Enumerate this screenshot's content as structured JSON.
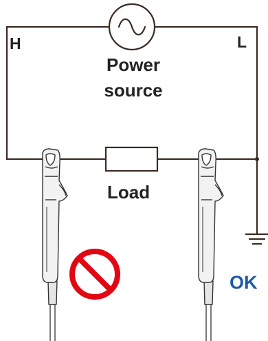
{
  "labels": {
    "h": "H",
    "l": "L",
    "power_source_line1": "Power",
    "power_source_line2": "source",
    "load": "Load",
    "ok": "OK"
  },
  "icons": {
    "ac_source": "ac-sine-icon",
    "ground": "ground-icon",
    "prohibited": "prohibited-icon"
  },
  "colors": {
    "wire": "#3a2a22",
    "prohibited_red": "#e30613",
    "ok_blue": "#1a5aa8",
    "probe_fill": "#f2f2f2",
    "probe_outline": "#333333"
  }
}
